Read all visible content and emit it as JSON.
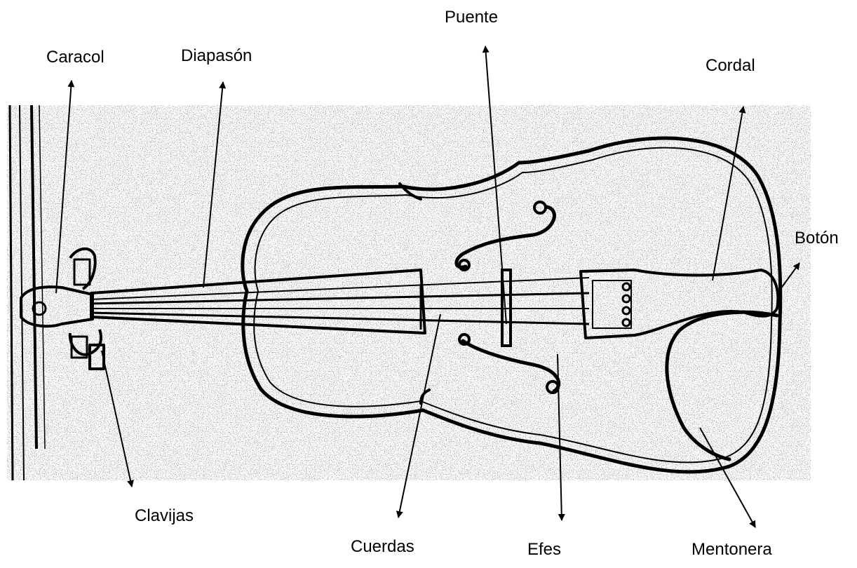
{
  "labels": {
    "caracol": "Caracol",
    "diapason": "Diapasón",
    "puente": "Puente",
    "cordal": "Cordal",
    "boton": "Botón",
    "clavijas": "Clavijas",
    "cuerdas": "Cuerdas",
    "efes": "Efes",
    "mentonera": "Mentonera"
  },
  "colors": {
    "ink": "#000000",
    "paper": "#ffffff",
    "texture": "#b9b9b9"
  }
}
